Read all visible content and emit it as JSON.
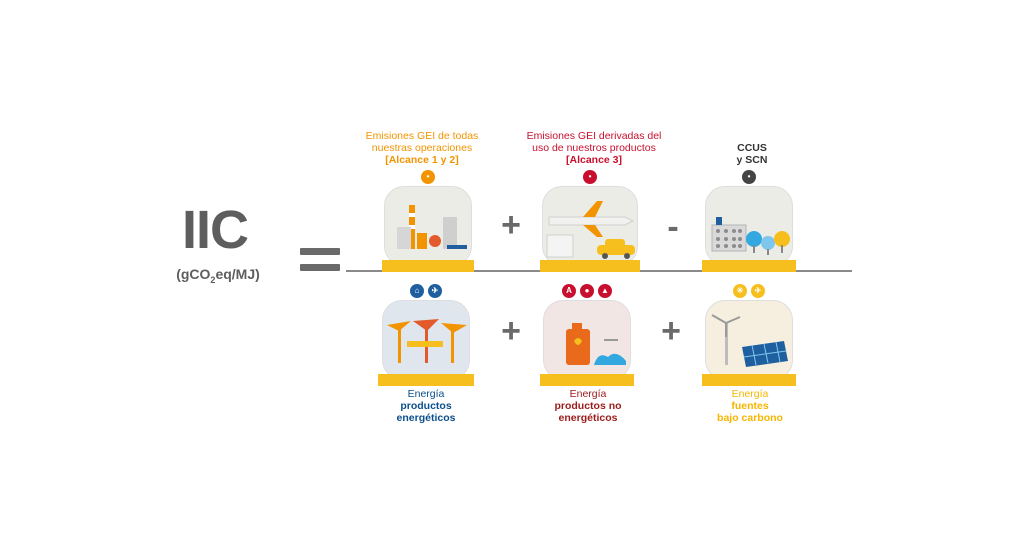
{
  "lhs": {
    "title": "IIC",
    "unit_prefix": "(gCO",
    "unit_sub": "2",
    "unit_suffix": "eq/MJ)"
  },
  "operators": {
    "plus": "+",
    "minus": "-"
  },
  "top_terms": [
    {
      "line1": "Emisiones GEI de todas",
      "line2": "nuestras operaciones",
      "bold": "[Alcance 1 y 2]",
      "color": "#f29400"
    },
    {
      "line1": "Emisiones GEI derivadas del",
      "line2": "uso de nuestros productos",
      "bold": "[Alcance 3]",
      "color": "#c8102e"
    },
    {
      "line1": "",
      "line2": "CCUS",
      "bold": "y SCN",
      "color": "#333333"
    }
  ],
  "bottom_terms": [
    {
      "line1": "Energía",
      "bold1": "productos",
      "bold2": "energéticos",
      "color": "#0b4f8c"
    },
    {
      "line1": "Energía",
      "bold1": "productos no",
      "bold2": "energéticos",
      "color": "#9e1b1b"
    },
    {
      "line1": "Energía",
      "bold1": "fuentes",
      "bold2": "bajo carbono",
      "color": "#f7b500"
    }
  ],
  "colors": {
    "yellow": "#f7bf1e",
    "orange": "#f29400",
    "red": "#c8102e",
    "blue": "#0b4f8c",
    "gray": "#5e5e5e"
  },
  "icons": [
    "factory-icon",
    "airplane-icon",
    "car-icon",
    "solar-panel-icon",
    "trees-icon",
    "sunshade-icon",
    "oil-can-icon",
    "wind-turbine-icon"
  ]
}
